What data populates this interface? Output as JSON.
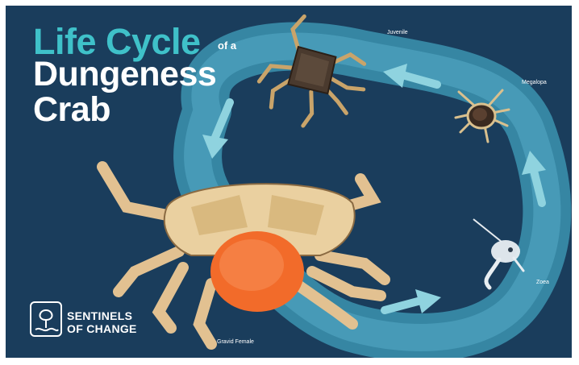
{
  "title": {
    "line1": "Life Cycle",
    "connector": "of a",
    "line2": "Dungeness",
    "line3": "Crab"
  },
  "stages": [
    {
      "label": "Juvenile"
    },
    {
      "label": "Megalopa"
    },
    {
      "label": "Zoea"
    },
    {
      "label": "Gravid Female"
    }
  ],
  "logo": {
    "line1": "SENTINELS",
    "line2": "OF CHANGE"
  },
  "colors": {
    "background": "#1a3d5c",
    "title_accent": "#3fc1c9",
    "cycle_band": "#3a8eab",
    "arrow": "#8fd3df",
    "egg_mass": "#f26b2a"
  }
}
